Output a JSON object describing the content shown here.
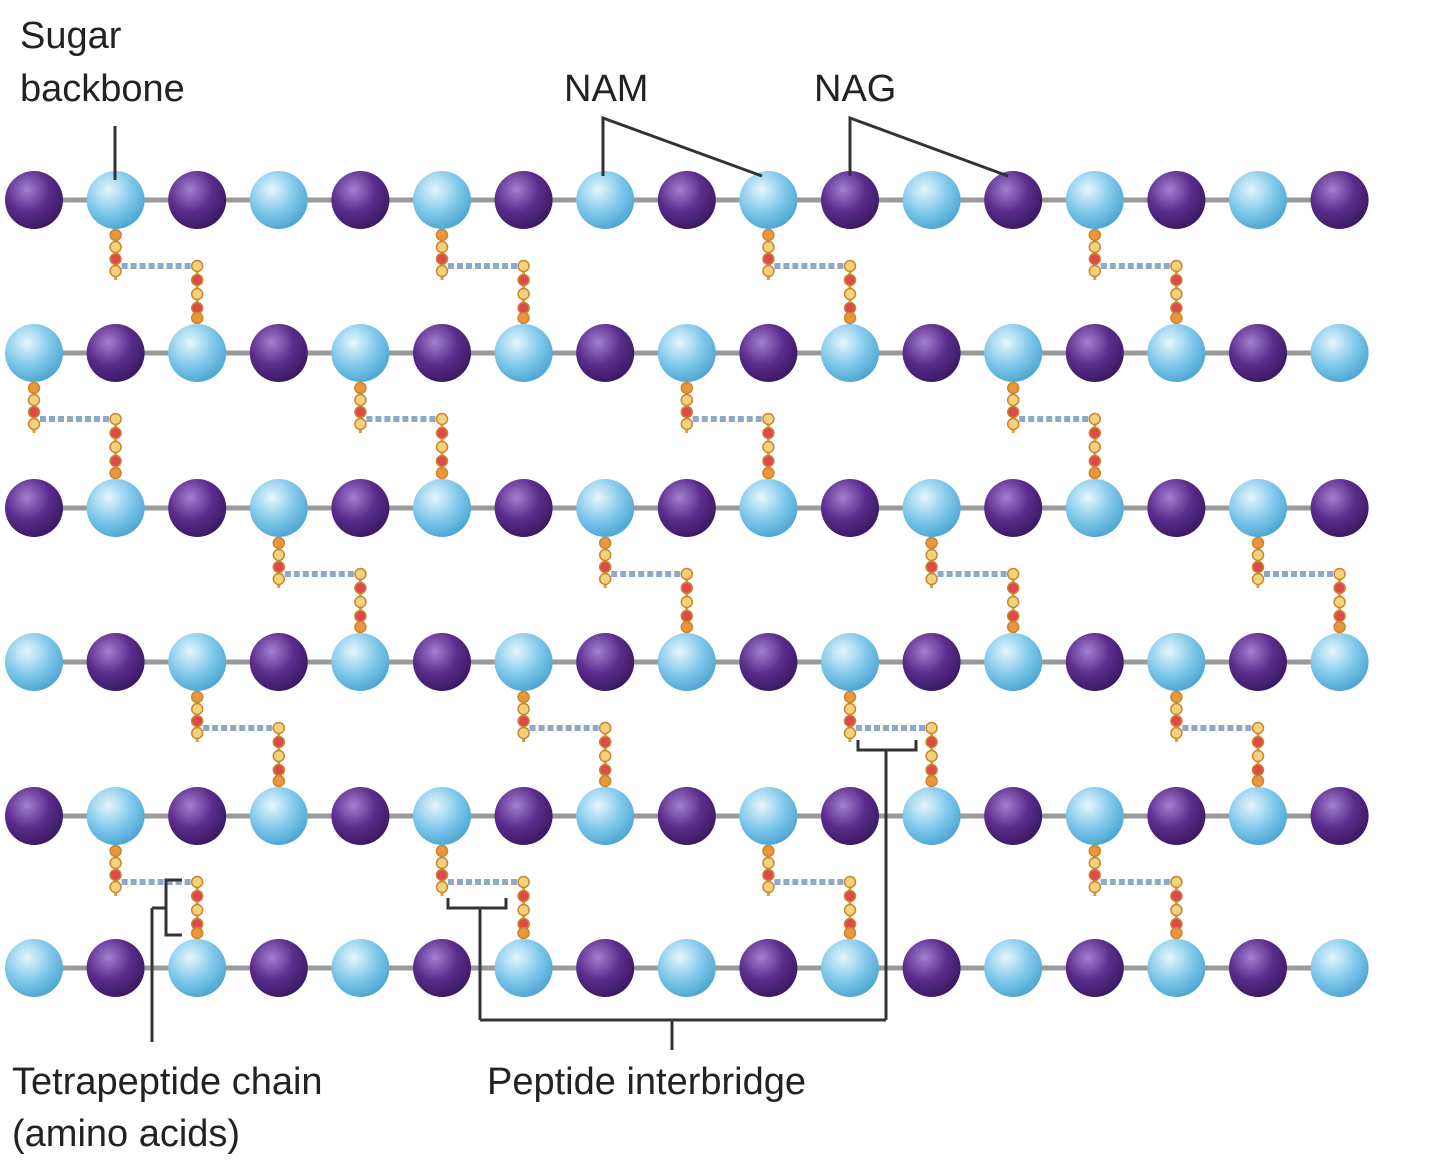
{
  "labels": {
    "sugar_backbone": [
      "Sugar",
      "backbone"
    ],
    "nam": "NAM",
    "nag": "NAG",
    "tetrapeptide": [
      "Tetrapeptide chain",
      "(amino acids)"
    ],
    "interbridge": "Peptide interbridge"
  },
  "colors": {
    "nag_fill": "#5a2c8c",
    "nag_highlight": "#a47fd0",
    "nam_fill": "#7cc6ea",
    "nam_highlight": "#e6f6fd",
    "backbone": "#9a9a9a",
    "bridge": "#8fa8c8",
    "amino_red": "#e0484a",
    "amino_orange": "#e9963c",
    "amino_yellow": "#f2d27a",
    "amino_outline": "#c8862e"
  },
  "structure": {
    "rows": [
      {
        "first": "NAG",
        "crosslink_groups": [
          1,
          5,
          9,
          13
        ]
      },
      {
        "first": "NAM",
        "crosslink_groups": [
          0,
          4,
          8,
          12
        ]
      },
      {
        "first": "NAG",
        "crosslink_groups": [
          3,
          7,
          11,
          15
        ]
      },
      {
        "first": "NAM",
        "crosslink_groups": [
          2,
          6,
          10,
          14
        ]
      },
      {
        "first": "NAG",
        "crosslink_groups": [
          1,
          5,
          9,
          13
        ]
      },
      {
        "first": "NAM",
        "crosslink_groups": []
      }
    ],
    "units_per_row": 17
  }
}
